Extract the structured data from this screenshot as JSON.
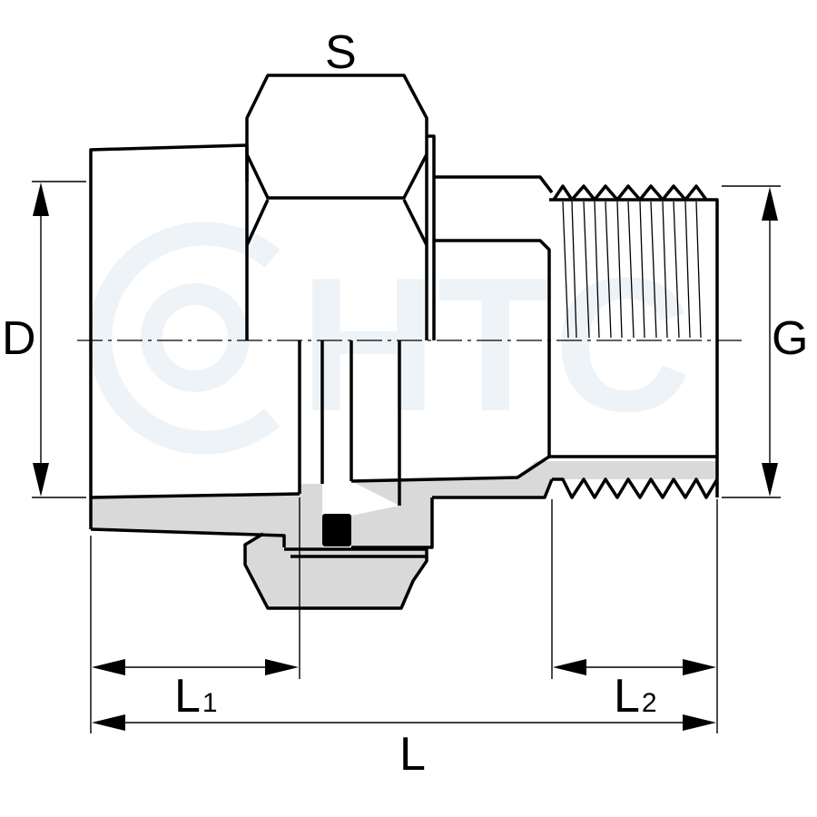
{
  "watermark": {
    "text": "HTC"
  },
  "dimensions": {
    "S": "S",
    "D": "D",
    "G": "G",
    "L": "L",
    "L1": {
      "main": "L",
      "sub": "1"
    },
    "L2": {
      "main": "L",
      "sub": "2"
    }
  },
  "colors": {
    "outline": "#000000",
    "section_fill": "#d9d9d9",
    "seal_fill": "#000000",
    "watermark": "#eef3f7",
    "background": "#ffffff"
  }
}
